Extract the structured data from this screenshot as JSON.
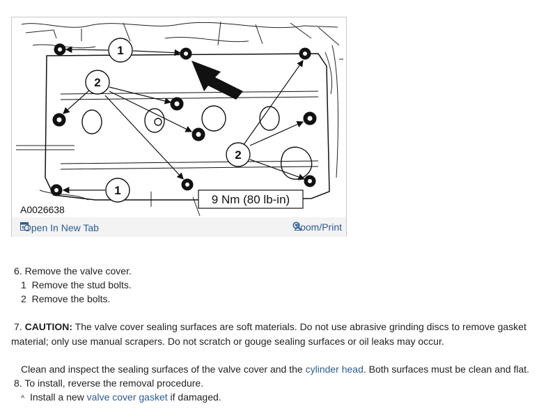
{
  "figure": {
    "code": "A0026638",
    "torque": "9 Nm (80 lb-in)",
    "callout_1": "1",
    "callout_2": "2",
    "open_new_tab": "Open In New Tab",
    "zoom_print": "Zoom/Print"
  },
  "steps": {
    "step6": "6. Remove the valve cover.",
    "step6_sub1_num": "1",
    "step6_sub1": "Remove the stud bolts.",
    "step6_sub2_num": "2",
    "step6_sub2": "Remove the bolts.",
    "step7_num": "7.",
    "step7_caution": "CAUTION:",
    "step7_line1": "The valve cover sealing surfaces are soft materials. Do not use abrasive grinding discs to remove gasket",
    "step7_line2": "material; only use manual scrapers. Do not scratch or gouge sealing surfaces or oil leaks may occur.",
    "clean_pre": "Clean and inspect the sealing surfaces of the valve cover and the",
    "clean_link": "cylinder head",
    "clean_post": ". Both surfaces must be clean and flat.",
    "step8": "8. To install, reverse the removal procedure.",
    "step8_bullet": "^",
    "step8_pre": "Install a new",
    "step8_link": "valve cover gasket",
    "step8_post": "if damaged."
  }
}
